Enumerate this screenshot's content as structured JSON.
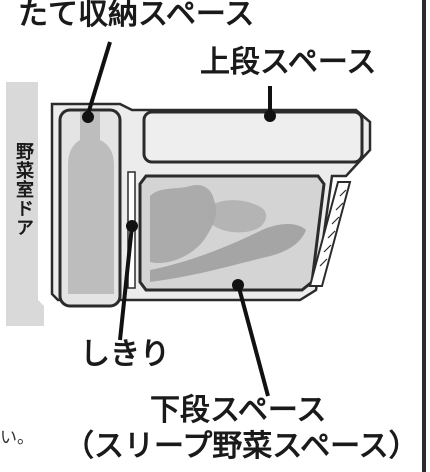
{
  "labels": {
    "vertical_storage": "たて収納スペース",
    "upper_space": "上段スペース",
    "vegetable_door": "野菜室ドア",
    "divider": "しきり",
    "lower_space": "下段スペース",
    "sleep_vegetable_space": "（スリープ野菜スペース）",
    "text_fragment": "い。"
  },
  "colors": {
    "outline": "#2b2b2b",
    "door_panel": "#d9d9d9",
    "drawer_fill": "#ececec",
    "bin_fill": "#c9c9c9",
    "vegetable_silhouette": "#9e9e9e",
    "leader_line": "#111111"
  }
}
